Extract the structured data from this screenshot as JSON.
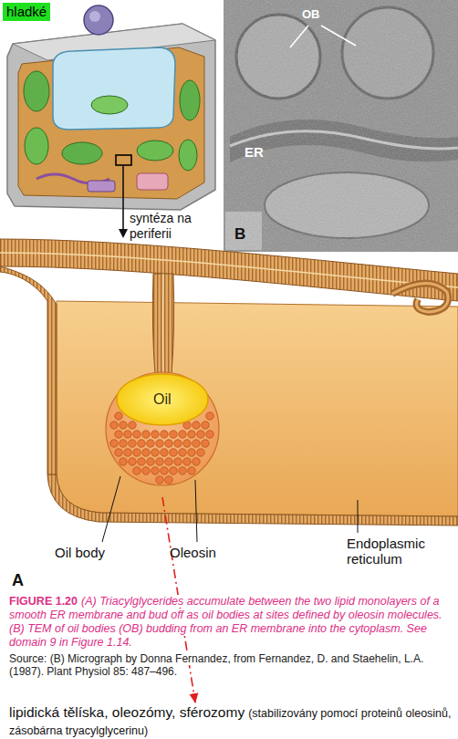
{
  "diagram": {
    "caption": "(A) Triacylglycerides accumulate between the two lipid monolayers of a smooth ER membrane and bud off as oil bodies at sites defined by oleosin molecules. (B) TEM of oil bodies (OB) budding from an ER membrane into the cytoplasm. See domain 9 in Figure 1.14.",
    "nodes": [
      {
        "text": [
          "hladké"
        ]
      },
      {
        "text": [
          "Oil"
        ]
      }
    ],
    "labels": [
      "syntéza na periferii",
      "OB",
      "ER",
      "B",
      "Oil body",
      "Oleosin",
      "Endoplasmic reticulum",
      "A",
      "FIGURE 1.20",
      "Source: (B) Micrograph by Donna Fernandez, from Fernandez, D. and Staehelin, L.A. (1987). Plant Physiol 85: 487–496.",
      "lipidická tělíska, oleozómy, sférozomy",
      "(stabilizovány pomocí proteinů oleosinů, zásobárna tryacylglycerinu)"
    ]
  }
}
